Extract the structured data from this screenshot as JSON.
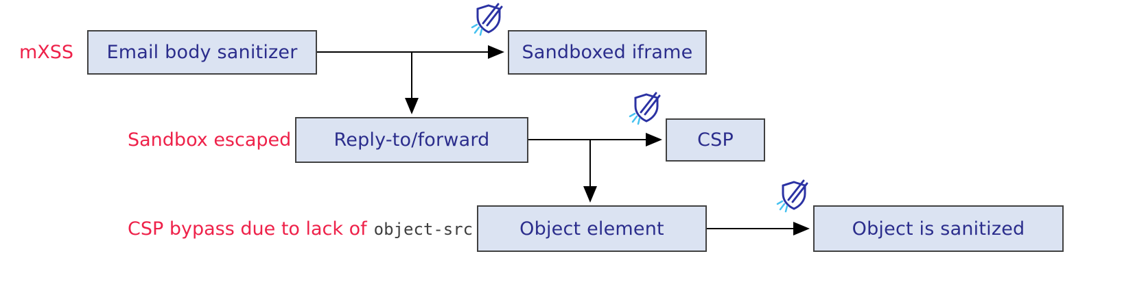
{
  "diagram": {
    "side_labels": {
      "mxss": "mXSS",
      "sandbox_escaped": "Sandbox escaped",
      "csp_bypass_prefix": "CSP bypass due to lack of",
      "csp_bypass_code": "object-src"
    },
    "nodes": {
      "email_body_sanitizer": "Email body sanitizer",
      "sandboxed_iframe": "Sandboxed iframe",
      "reply_to_forward": "Reply-to/forward",
      "csp": "CSP",
      "object_element": "Object element",
      "object_is_sanitized": "Object is sanitized"
    },
    "icons": {
      "bypassed_shield": "shield-pierced-icon"
    },
    "colors": {
      "box_fill": "#dbe3f2",
      "box_border": "#404040",
      "box_text": "#2b2d8c",
      "label_red": "#ee2149",
      "code_gray": "#3f3f3f",
      "arrow": "#000000",
      "shield_blue": "#2b32a3",
      "sparkle_cyan": "#45c1f0"
    }
  }
}
